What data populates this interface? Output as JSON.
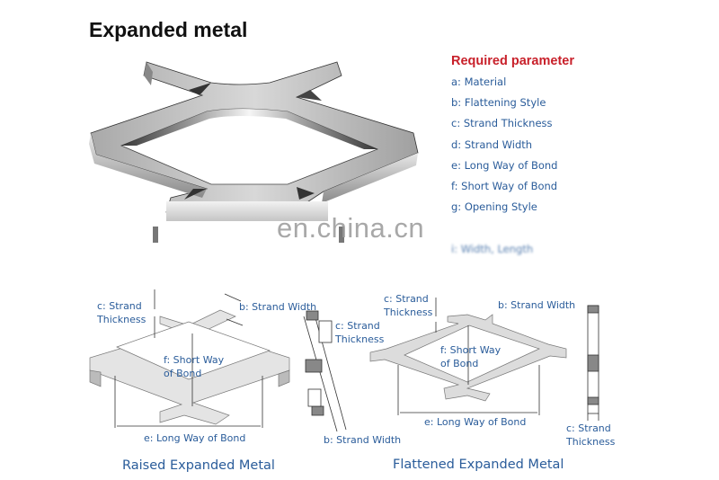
{
  "title": "Expanded metal",
  "parameters": {
    "heading": "Required parameter",
    "items": [
      "a: Material",
      "b: Flattening Style",
      "c: Strand Thickness",
      "d: Strand Width",
      "e: Long Way of Bond",
      "f: Short Way of Bond",
      "g: Opening Style",
      "",
      "i: Width, Length"
    ]
  },
  "watermark": "en.china.cn",
  "raised": {
    "caption": "Raised Expanded Metal",
    "strand_thickness": [
      "c: Strand",
      "Thickness"
    ],
    "strand_width": "b: Strand Width",
    "short_way": [
      "f: Short Way",
      "of Bond"
    ],
    "long_way": "e: Long Way of Bond",
    "side_thickness": [
      "c: Strand",
      "Thickness"
    ],
    "side_width": "b: Strand Width"
  },
  "flattened": {
    "caption": "Flattened Expanded Metal",
    "strand_thickness": [
      "c: Strand",
      "Thickness"
    ],
    "strand_width": "b: Strand Width",
    "short_way": [
      "f: Short Way",
      "of Bond"
    ],
    "long_way": "e: Long Way of Bond",
    "side_thickness": [
      "c: Strand",
      "Thickness"
    ]
  }
}
